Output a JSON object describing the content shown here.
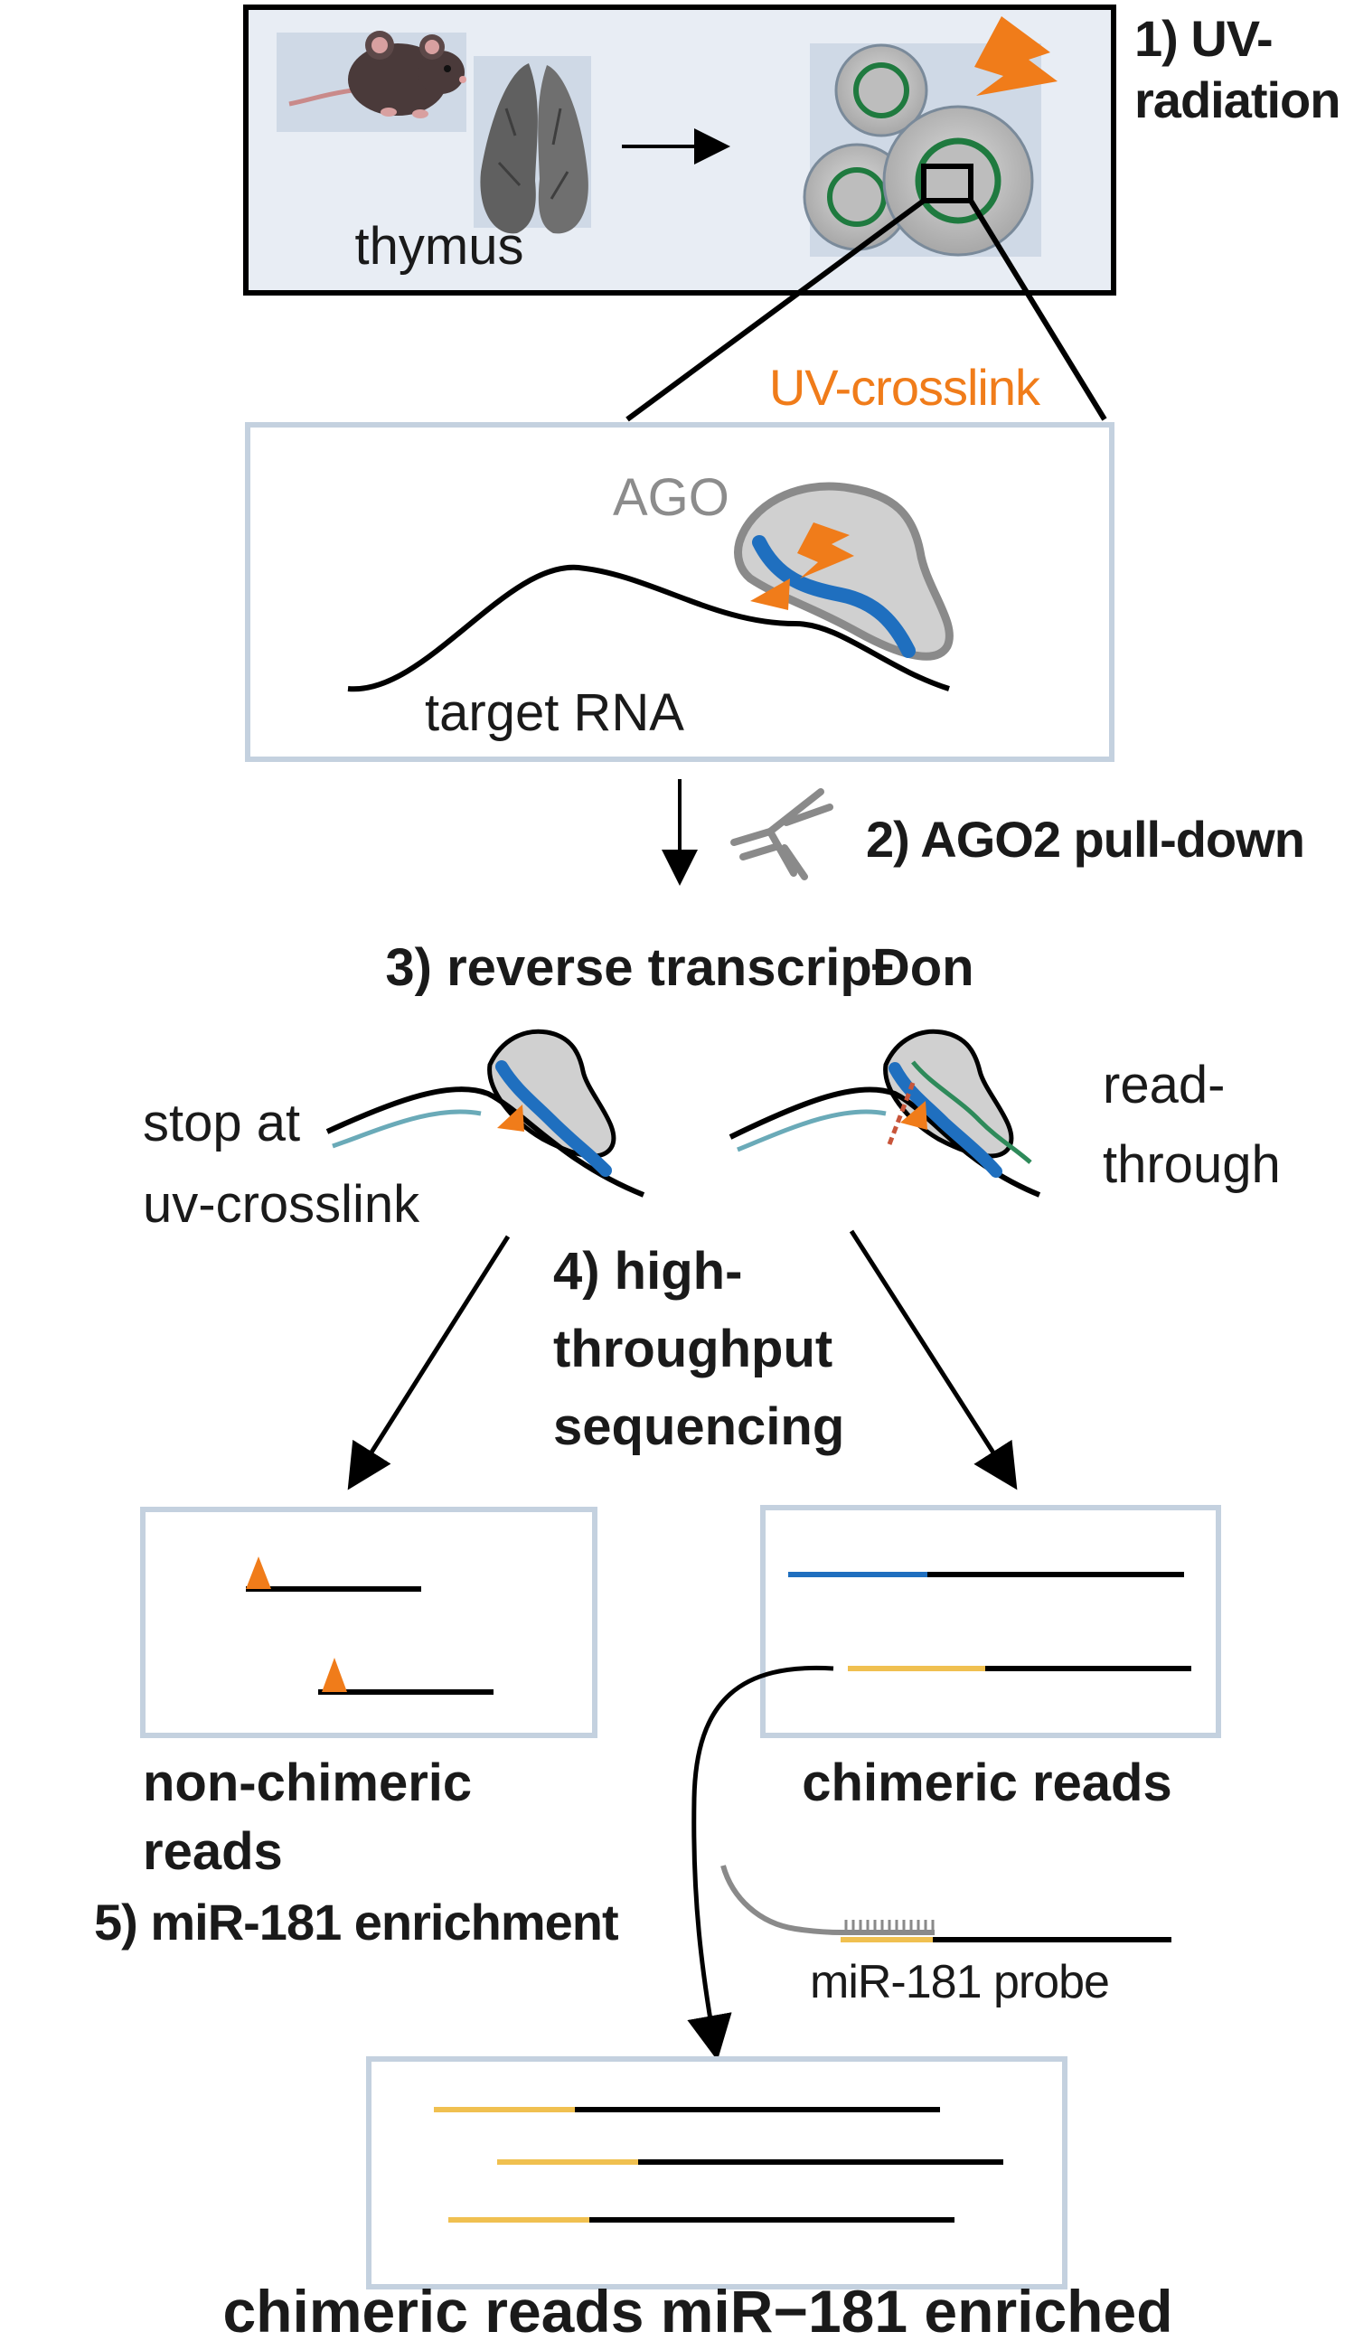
{
  "steps": {
    "step1_line1": "1) UV-",
    "step1_line2": "radiation",
    "step2": "2) AGO2 pull-down",
    "step3": "3) reverse transcripÐon",
    "step4_line1": "4) high-",
    "step4_line2": "throughput",
    "step4_line3": "sequencing",
    "step5": "5) miR-181 enrichment"
  },
  "labels": {
    "thymus": "thymus",
    "uv_crosslink": "UV-crosslink",
    "ago": "AGO",
    "target_rna": "target RNA",
    "stop_line1": "stop at",
    "stop_line2": "uv-crosslink",
    "readthrough_line1": "read-",
    "readthrough_line2": "through",
    "nonchimeric_line1": "non-chimeric",
    "nonchimeric_line2": "reads",
    "chimeric_reads": "chimeric reads",
    "probe": "miR-181 probe",
    "final_title": "chimeric reads miR−181 enriched"
  },
  "colors": {
    "frame_dark": "#000000",
    "frame_light": "#c4d1df",
    "panel_fill": "#e8edf4",
    "uv_orange": "#f07c1a",
    "mirna_blue": "#1f6fbf",
    "mirna_yellow": "#f0c050",
    "rt_teal": "#6aaab8",
    "rt_green": "#2e8a5a",
    "protein_gray": "#d0d0d0"
  },
  "icons": {
    "mouse": "mouse-icon",
    "thymus": "thymus-icon",
    "cells": "cells-icon",
    "lightning": "lightning-icon",
    "antibody": "antibody-icon"
  }
}
